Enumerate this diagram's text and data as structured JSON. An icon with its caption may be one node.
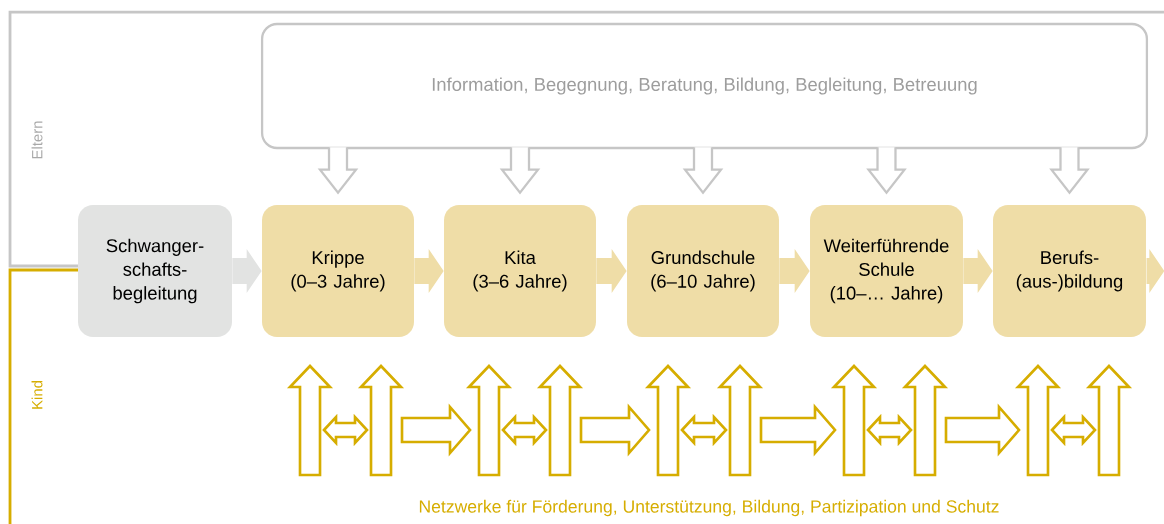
{
  "diagram": {
    "nodes": [
      {
        "text": [
          "Information, Begegnung, Beratung, Bildung, Begleitung, Betreuung"
        ]
      },
      {
        "text": [
          "Schwanger- schafts- begleitung"
        ]
      },
      {
        "text": [
          "Krippe",
          "(0–3 Jahre)"
        ]
      },
      {
        "text": [
          "Kita",
          "(3–6 Jahre)"
        ]
      },
      {
        "text": [
          "Grundschule",
          "(6–10 Jahre)"
        ]
      },
      {
        "text": [
          "Weiterführende Schule",
          "(10–… Jahre)"
        ]
      },
      {
        "text": [
          "Berufs- (aus-)bildung"
        ]
      }
    ],
    "edges": [
      {
        "from": 0,
        "to": 2,
        "arrow": "to"
      },
      {
        "from": 0,
        "to": 3,
        "arrow": "to"
      },
      {
        "from": 0,
        "to": 4,
        "arrow": "to"
      },
      {
        "from": 0,
        "to": 5,
        "arrow": "to"
      },
      {
        "from": 0,
        "to": 6,
        "arrow": "to"
      },
      {
        "from": 1,
        "to": 2,
        "arrow": "to"
      },
      {
        "from": 2,
        "to": 3,
        "arrow": "to",
        "color": "#efdda7"
      },
      {
        "from": 3,
        "to": 4,
        "arrow": "to",
        "color": "#efdda7"
      },
      {
        "from": 4,
        "to": 5,
        "arrow": "to",
        "color": "#efdda7"
      },
      {
        "from": 5,
        "to": 6,
        "arrow": "to",
        "color": "#efdda7"
      },
      {
        "from": 6,
        "to": null,
        "arrow": "to",
        "color": "#efdda7"
      }
    ],
    "labels": [
      "Eltern",
      "Kind",
      "Netzwerke für Förderung, Unterstützung, Bildung, Partizipation und Schutz"
    ]
  }
}
